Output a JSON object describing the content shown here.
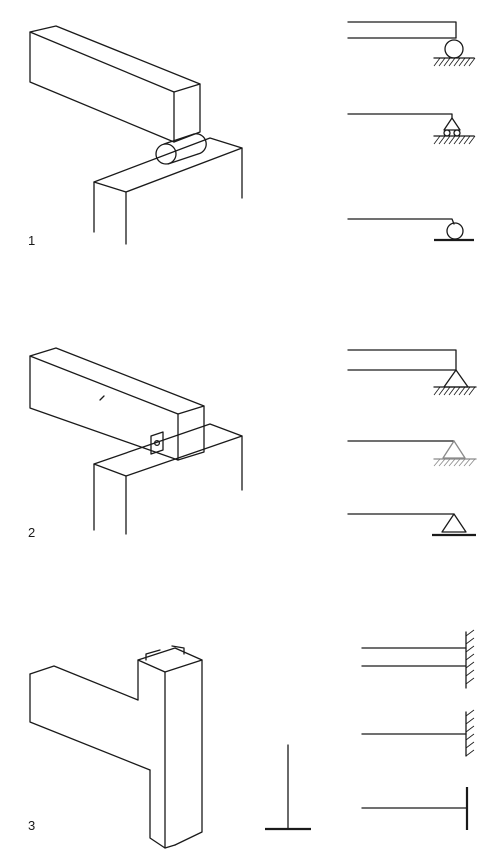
{
  "sections": [
    {
      "number": "1",
      "name": "roller-support"
    },
    {
      "number": "2",
      "name": "pin-support"
    },
    {
      "number": "3",
      "name": "fixed-support"
    }
  ],
  "colors": {
    "ink": "#1a1a1a",
    "paper": "#ffffff",
    "faded": "#8a8a8a"
  }
}
